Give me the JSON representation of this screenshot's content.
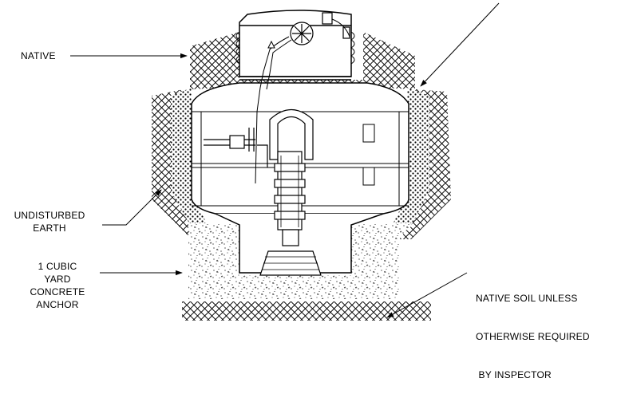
{
  "labels": {
    "native": "NATIVE",
    "undisturbed": [
      "UNDISTURBED",
      "EARTH"
    ],
    "concrete": [
      "1 CUBIC",
      "YARD",
      "CONCRETE",
      "ANCHOR"
    ],
    "native_soil": [
      "NATIVE SOIL UNLESS",
      "OTHERWISE REQUIRED",
      " BY INSPECTOR"
    ]
  },
  "colors": {
    "ink": "#000000",
    "background": "#ffffff"
  }
}
